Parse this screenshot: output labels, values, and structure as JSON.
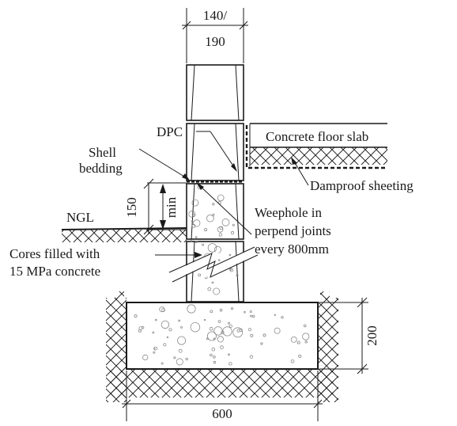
{
  "dimensions": {
    "wall_width_line1": "140/",
    "wall_width_line2": "190",
    "min_height_value": "150",
    "min_height_note": "min",
    "footing_height": "200",
    "footing_width": "600"
  },
  "labels": {
    "dpc": "DPC",
    "concrete_floor_slab": "Concrete floor slab",
    "shell_bedding_line1": "Shell",
    "shell_bedding_line2": "bedding",
    "damproof_sheeting": "Damproof sheeting",
    "ngl": "NGL",
    "weephole_line1": "Weephole in",
    "weephole_line2": "perpend joints",
    "weephole_line3": "every 800mm",
    "cores_line1": "Cores filled with",
    "cores_line2": "15 MPa concrete"
  },
  "colors": {
    "line": "#1a1a1a",
    "background": "#ffffff",
    "fill_texture": "#8a8a8a"
  }
}
